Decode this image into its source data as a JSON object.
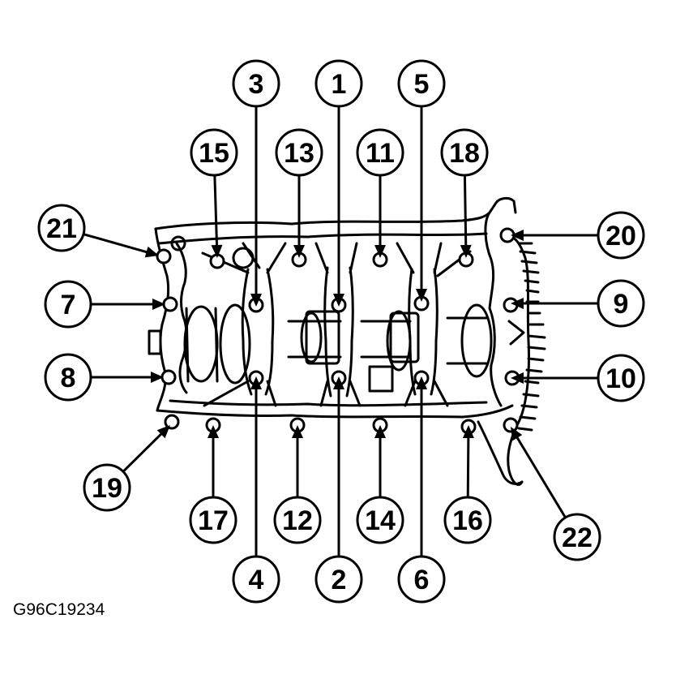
{
  "figure_code": "G96C19234",
  "callouts": [
    "1",
    "2",
    "3",
    "4",
    "5",
    "6",
    "7",
    "8",
    "9",
    "10",
    "11",
    "12",
    "13",
    "14",
    "15",
    "16",
    "17",
    "18",
    "19",
    "20",
    "21",
    "22"
  ]
}
